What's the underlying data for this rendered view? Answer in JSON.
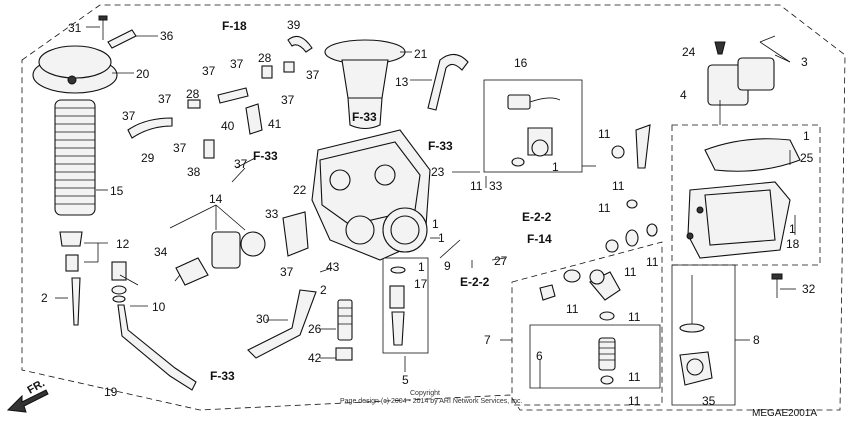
{
  "diagram": {
    "code": "MEGAE2001A",
    "copyright_line1": "Copyright",
    "copyright_line2": "Page design (c) 2004 - 2014 by ARI Network Services, Inc.",
    "front_label": "FR.",
    "callouts": {
      "c1a": "1",
      "c1b": "1",
      "c1c": "1",
      "c1d": "1",
      "c1e": "1",
      "c1f": "1",
      "c2a": "2",
      "c2b": "2",
      "c3": "3",
      "c4": "4",
      "c5": "5",
      "c6": "6",
      "c7": "7",
      "c8": "8",
      "c9": "9",
      "c10": "10",
      "c11a": "11",
      "c11b": "11",
      "c11c": "11",
      "c11d": "11",
      "c11e": "11",
      "c11f": "11",
      "c11g": "11",
      "c11h": "11",
      "c11i": "11",
      "c11j": "11",
      "c12": "12",
      "c13": "13",
      "c14": "14",
      "c15": "15",
      "c16": "16",
      "c17": "17",
      "c18": "18",
      "c19": "19",
      "c20": "20",
      "c21": "21",
      "c22": "22",
      "c23": "23",
      "c24": "24",
      "c25": "25",
      "c26": "26",
      "c27": "27",
      "c28a": "28",
      "c28b": "28",
      "c29": "29",
      "c30": "30",
      "c31": "31",
      "c32": "32",
      "c33a": "33",
      "c33b": "33",
      "c34": "34",
      "c35": "35",
      "c36": "36",
      "c37a": "37",
      "c37b": "37",
      "c37c": "37",
      "c37d": "37",
      "c37e": "37",
      "c37f": "37",
      "c37g": "37",
      "c37h": "37",
      "c38": "38",
      "c39": "39",
      "c40": "40",
      "c41": "41",
      "c42": "42",
      "c43": "43"
    },
    "refs": {
      "f18": "F-18",
      "f33a": "F-33",
      "f33b": "F-33",
      "f33c": "F-33",
      "f33d": "F-33",
      "f14": "F-14",
      "e22a": "E-2-2",
      "e22b": "E-2-2"
    }
  }
}
